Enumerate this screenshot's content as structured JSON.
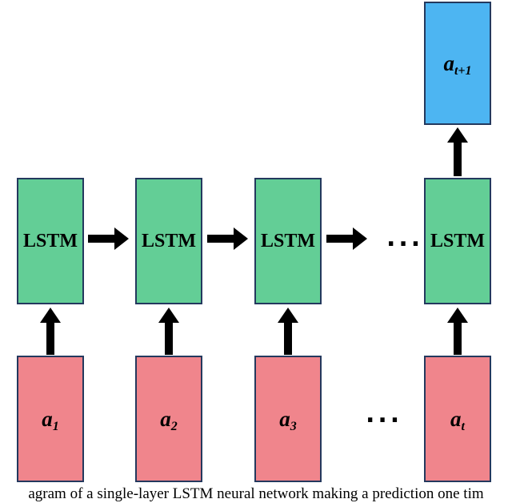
{
  "diagram": {
    "lstm_label": "LSTM",
    "inputs": [
      {
        "base": "a",
        "sub": "1"
      },
      {
        "base": "a",
        "sub": "2"
      },
      {
        "base": "a",
        "sub": "3"
      },
      {
        "base": "a",
        "sub": "t"
      }
    ],
    "output": {
      "base": "a",
      "sub": "t+1"
    },
    "ellipsis_middle": "...",
    "ellipsis_bottom": "...",
    "caption_visible": "agram of a single-layer LSTM neural network making a prediction one tim"
  },
  "colors": {
    "lstm_box": "#63ce96",
    "input_box": "#f0858c",
    "output_box": "#4db5f2",
    "box_border": "#24395e",
    "arrow": "#000000",
    "text": "#000000"
  }
}
